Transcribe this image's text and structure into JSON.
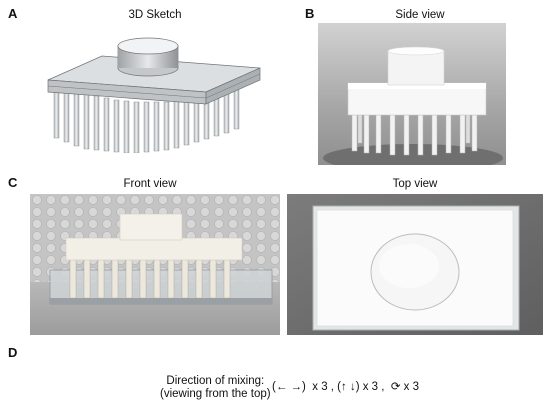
{
  "panels": {
    "a": {
      "letter": "A",
      "title": "3D Sketch"
    },
    "b": {
      "letter": "B",
      "title": "Side view"
    },
    "c": {
      "letter": "C",
      "title_left": "Front view",
      "title_right": "Top view"
    },
    "d": {
      "letter": "D",
      "caption_line1": "Direction of mixing:",
      "caption_line2": "(viewing from the top)",
      "seq": "(← →)  x 3 , (↑ ↓) x 3 ,  ⟳ x 3"
    }
  },
  "colors": {
    "photo_bg_b": "#8f8f8f",
    "photo_bg_front": "#b9b9b9",
    "photo_bg_top": "#6e6e6e",
    "part_white": "#f6f6f6",
    "sketch_grey": "#cfd3d6"
  }
}
